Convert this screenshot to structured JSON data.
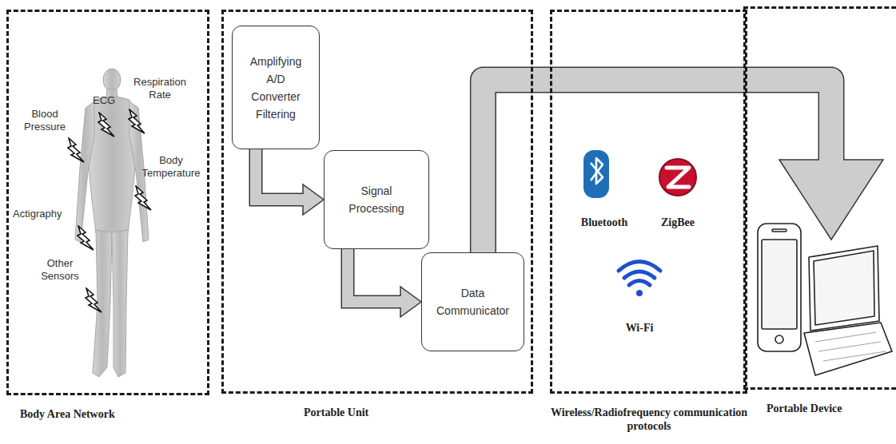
{
  "diagram": {
    "nodes": [
      {
        "text": [
          "Body Area Network"
        ]
      },
      {
        "text": [
          "Portable Unit"
        ]
      },
      {
        "text": [
          "Amplifying A/D Converter Filtering"
        ],
        "in": 1
      },
      {
        "text": [
          "Signal Processing"
        ],
        "in": 1
      },
      {
        "text": [
          "Data Communicator"
        ],
        "in": 1
      },
      {
        "text": [
          "Wireless/Radiofrequency communication protocols"
        ]
      },
      {
        "text": [
          "Portable Device"
        ]
      }
    ],
    "edges": [
      {
        "from": 2,
        "to": 3,
        "arrow": "to"
      },
      {
        "from": 3,
        "to": 4,
        "arrow": "to"
      },
      {
        "from": 4,
        "to": 6,
        "arrow": "to"
      }
    ],
    "labels": [
      "ECG",
      "Respiration Rate",
      "Blood Pressure",
      "Body Temperature",
      "Actigraphy",
      "Other Sensors",
      "Bluetooth",
      "ZigBee",
      "Wi-Fi"
    ]
  }
}
